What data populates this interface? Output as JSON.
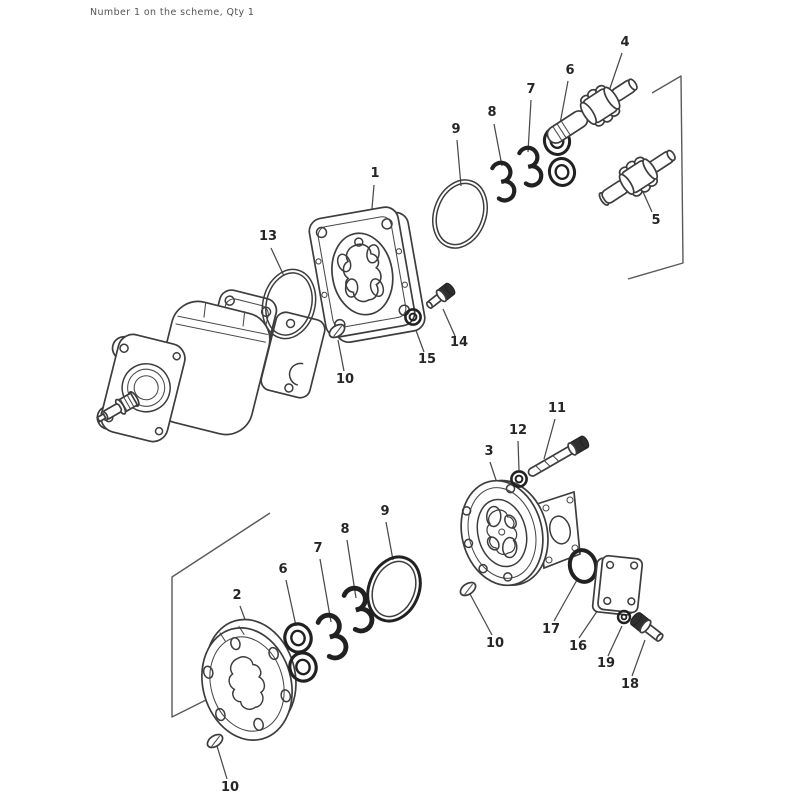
{
  "note": "Number 1 on the scheme, Qty 1",
  "colors": {
    "background": "#ffffff",
    "line": "#3d3d3d",
    "bold_line": "#212121",
    "label_text": "#262626",
    "note_text": "#545454"
  },
  "diagram": {
    "type": "exploded-parts-diagram",
    "callouts": [
      {
        "label": "1"
      },
      {
        "label": "13"
      },
      {
        "label": "10"
      },
      {
        "label": "15"
      },
      {
        "label": "14"
      },
      {
        "label": "9"
      },
      {
        "label": "8"
      },
      {
        "label": "7"
      },
      {
        "label": "6"
      },
      {
        "label": "4"
      },
      {
        "label": "5"
      },
      {
        "label": "2"
      },
      {
        "label": "6"
      },
      {
        "label": "7"
      },
      {
        "label": "8"
      },
      {
        "label": "9"
      },
      {
        "label": "10"
      },
      {
        "label": "3"
      },
      {
        "label": "12"
      },
      {
        "label": "11"
      },
      {
        "label": "10"
      },
      {
        "label": "17"
      },
      {
        "label": "16"
      },
      {
        "label": "19"
      },
      {
        "label": "18"
      }
    ]
  }
}
